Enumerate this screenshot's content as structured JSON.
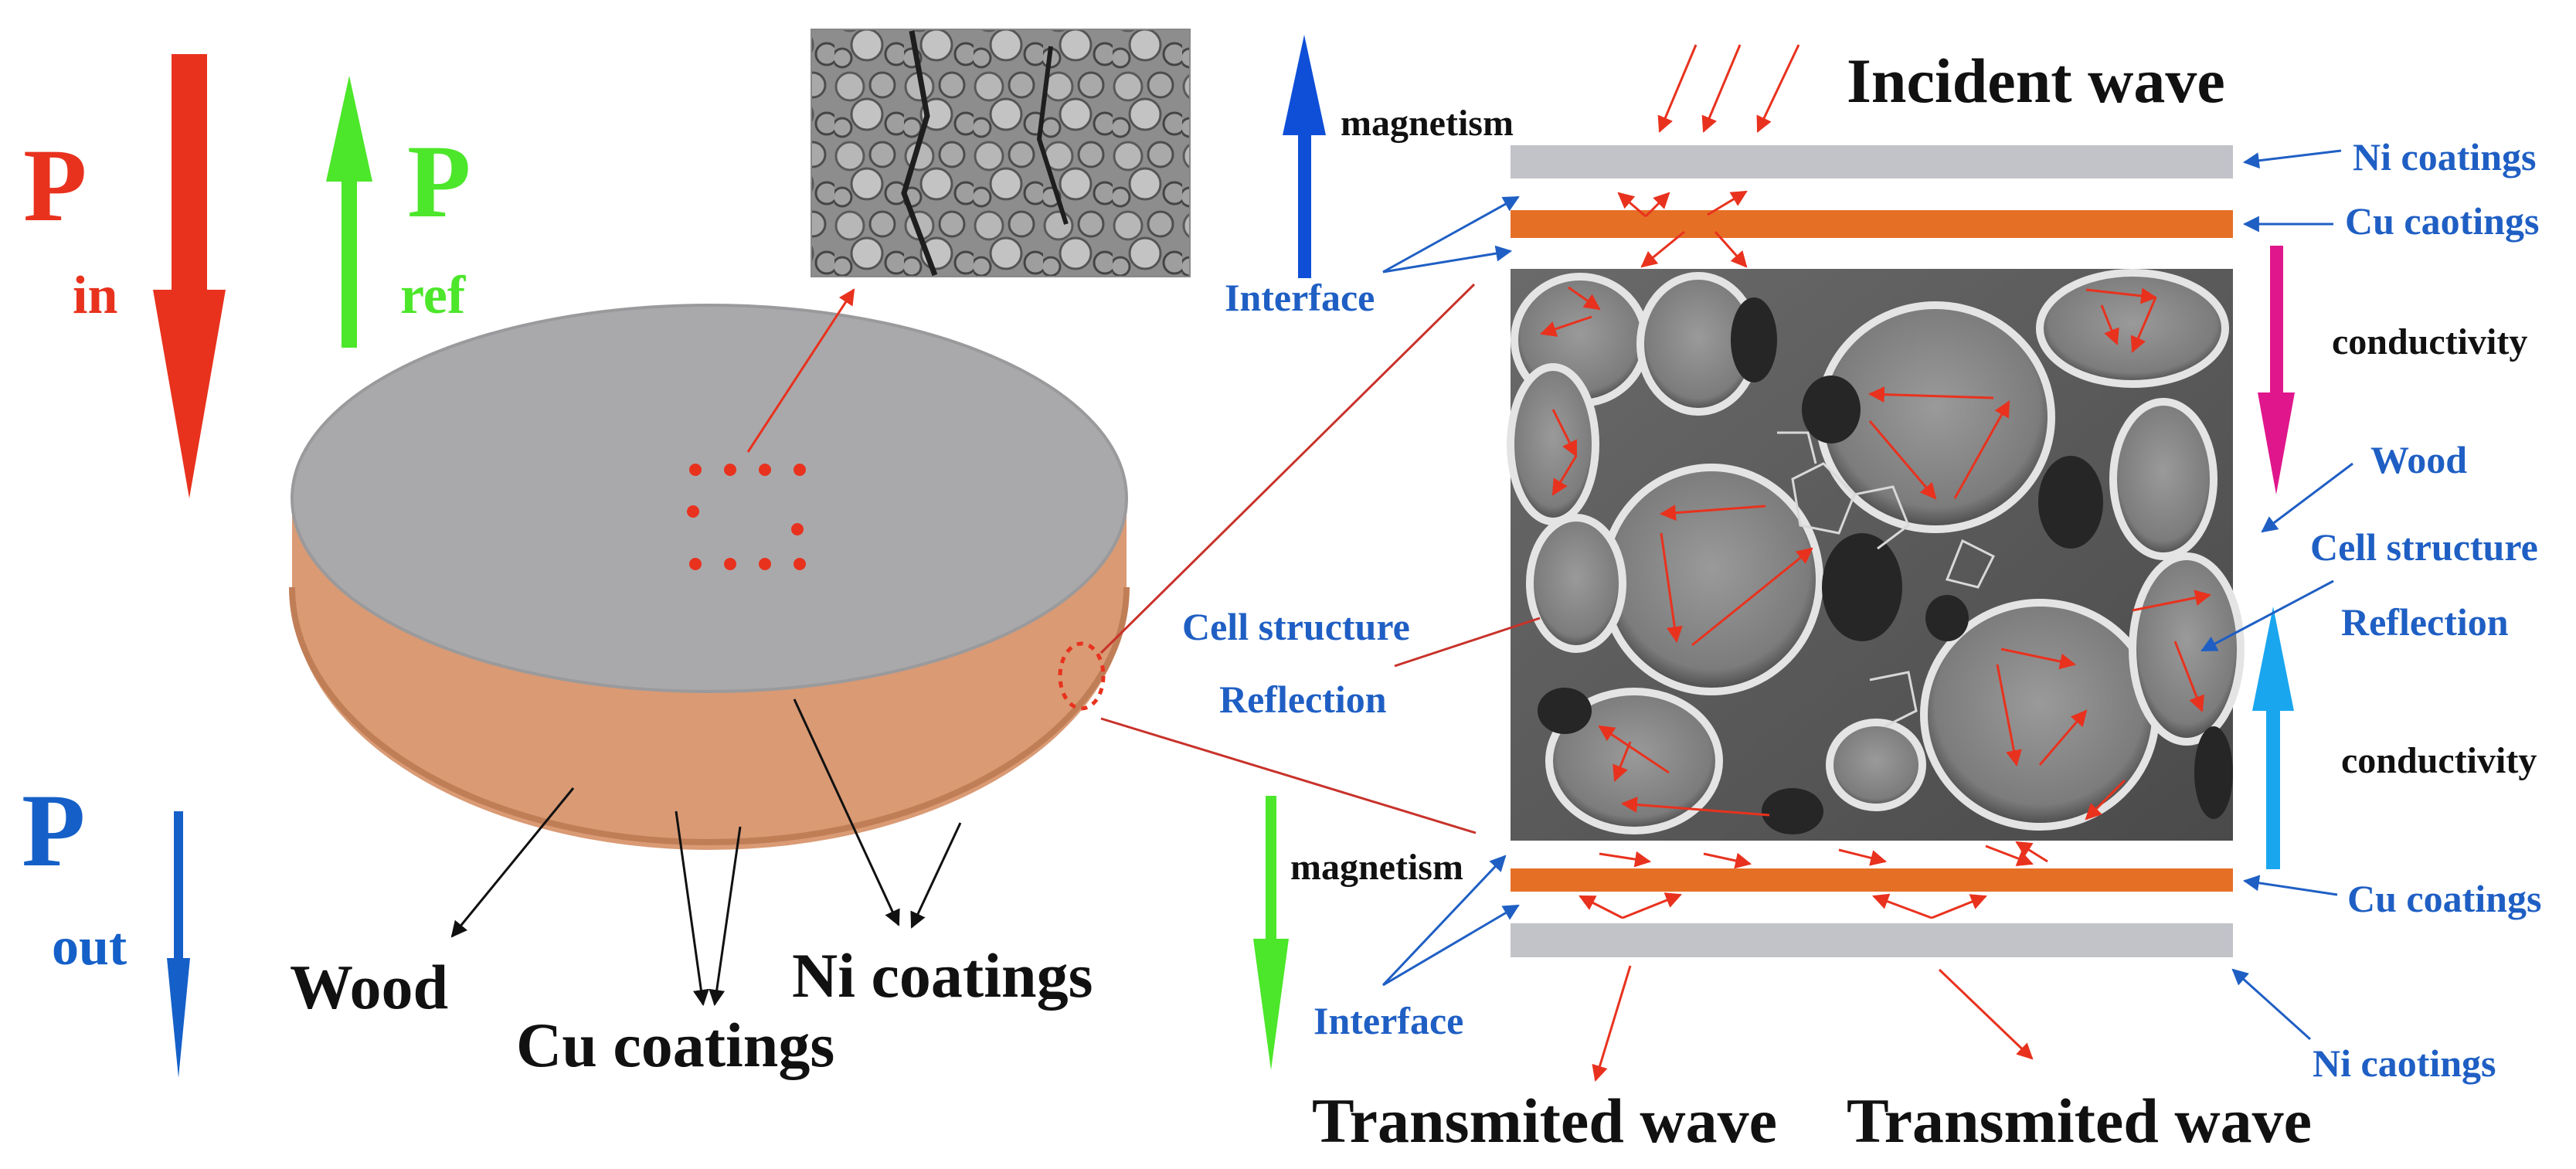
{
  "colors": {
    "red": "#e8321e",
    "green": "#4ce62a",
    "blue": "#1560c8",
    "magenta": "#e0168c",
    "cyan": "#1aa6ef",
    "nickel_gray": "#c2c3c9",
    "copper_orange": "#e57025",
    "copper_side": "#d99a74",
    "disc_top": "#a9a9ab",
    "label_blue": "#1f5fc4",
    "label_black": "#111111"
  },
  "power": {
    "incident": {
      "symbol": "P",
      "subscript": "in"
    },
    "reflected": {
      "symbol": "P",
      "subscript": "ref"
    },
    "output": {
      "symbol": "P",
      "subscript": "out"
    }
  },
  "sample": {
    "wood_label": "Wood",
    "cu_label": "Cu coatings",
    "ni_label": "Ni coatings"
  },
  "mechanism": {
    "incident_wave": "Incident wave",
    "transmitted_wave_left": "Transmited wave",
    "transmitted_wave_right": "Transmited wave",
    "magnetism_top": "magnetism",
    "magnetism_bottom": "magnetism",
    "interface_top": "Interface",
    "interface_bottom": "Interface",
    "ni_coatings_top": "Ni coatings",
    "cu_coatings_top": "Cu caotings",
    "cu_coatings_bottom": "Cu coatings",
    "ni_coatings_bottom": "Ni caotings",
    "conductivity_top": "conductivity",
    "conductivity_bottom": "conductivity",
    "wood": "Wood",
    "cell_structure_left": "Cell structure",
    "reflection_left": "Reflection",
    "cell_structure_right": "Cell structure",
    "reflection_right": "Reflection"
  }
}
